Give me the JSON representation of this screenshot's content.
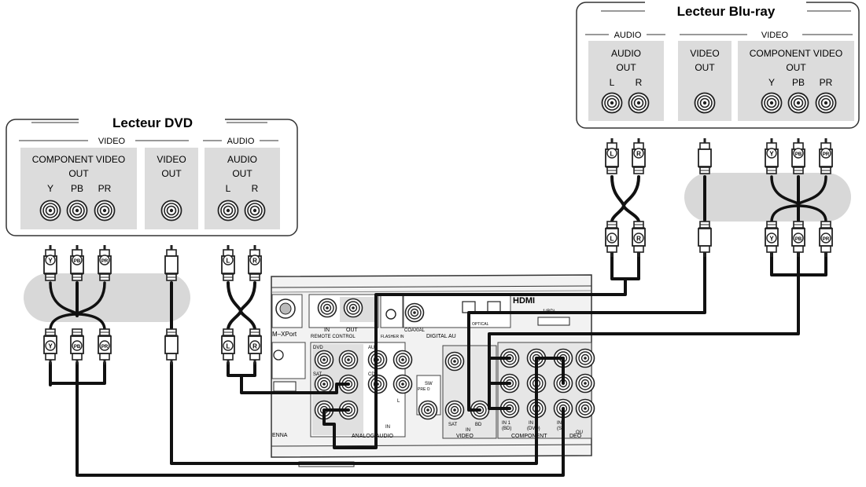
{
  "bluray": {
    "title": "Lecteur Blu-ray",
    "audio_group": "AUDIO",
    "video_group": "VIDEO",
    "audio_out_1": "AUDIO",
    "audio_out_2": "OUT",
    "audio_l": "L",
    "audio_r": "R",
    "video_out_1": "VIDEO",
    "video_out_2": "OUT",
    "comp_1": "COMPONENT VIDEO",
    "comp_2": "OUT",
    "comp_y": "Y",
    "comp_pb": "PB",
    "comp_pr": "PR"
  },
  "dvd": {
    "title": "Lecteur DVD",
    "video_group": "VIDEO",
    "audio_group": "AUDIO",
    "comp_1": "COMPONENT VIDEO",
    "comp_2": "OUT",
    "comp_y": "Y",
    "comp_pb": "PB",
    "comp_pr": "PR",
    "video_out_1": "VIDEO",
    "video_out_2": "OUT",
    "audio_out_1": "AUDIO",
    "audio_out_2": "OUT",
    "audio_l": "L",
    "audio_r": "R"
  },
  "plugs": {
    "y": "Y",
    "pb": "PB",
    "pr": "PR",
    "l": "L",
    "r": "R"
  },
  "receiver": {
    "xport": "M–XPort",
    "remote_in": "IN",
    "remote_out": "OUT",
    "remote_control": "REMOTE CONTROL",
    "flasher": "FLASHER IN",
    "coaxial": "COAXIAL",
    "optical": "OPTICAL",
    "digital_audio": "DIGITAL AU",
    "hdmi": "HDMI",
    "hdmi_in1": "1(BD)",
    "dvd": "DVD",
    "sat": "SAT",
    "cd": "CD",
    "au": "AU",
    "l": "L",
    "in": "IN",
    "analog_audio": "ANALOG AUDIO",
    "antenna": "ENNA",
    "sw": "SW",
    "pre_out": "PRE O",
    "video_sat": "SAT",
    "video_bd": "BD",
    "video_in": "IN",
    "video": "VIDEO",
    "in1": "IN 1",
    "in1_sub": "(BD)",
    "in2": "IN 2",
    "in2_sub": "(DVD)",
    "in3": "IN",
    "in3_sub": "(S",
    "component": "COMPONENT",
    "deo": "DEO",
    "out": "OU"
  }
}
